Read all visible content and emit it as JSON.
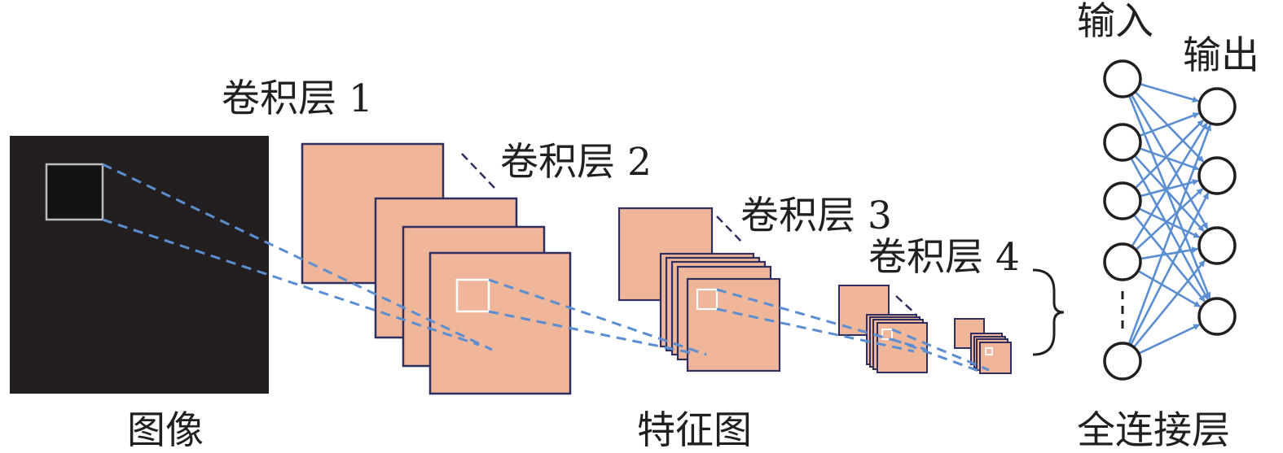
{
  "labels": {
    "conv1": "卷积层 1",
    "conv2": "卷积层 2",
    "conv3": "卷积层 3",
    "conv4": "卷积层 4",
    "image": "图像",
    "feature_map": "特征图",
    "fc": "全连接层",
    "input": "输入",
    "output": "输出"
  },
  "colors": {
    "image_bg": "#231f20",
    "feature_fill": "#efb69a",
    "feature_stroke": "#2e2f5e",
    "connection": "#5b8ed0",
    "kernel_box": "#ffffff"
  },
  "network": {
    "input_nodes": 5,
    "output_nodes": 4
  }
}
